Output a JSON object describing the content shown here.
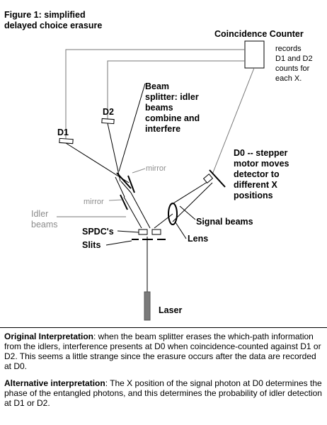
{
  "figure": {
    "title_line1": "Figure 1: simplified",
    "title_line2": "delayed choice erasure",
    "coincidence_counter": "Coincidence Counter",
    "records_lines": [
      "records",
      "D1 and D2",
      "counts for",
      "each X."
    ],
    "beam_splitter_lines": [
      "Beam",
      "splitter: idler",
      "beams",
      "combine and",
      "interfere"
    ],
    "d2": "D2",
    "d1": "D1",
    "d0_lines": [
      "D0 -- stepper",
      "motor moves",
      "detector to",
      "different X",
      "positions"
    ],
    "mirror_upper": "mirror",
    "mirror_lower": "mirror",
    "idler_line1": "Idler",
    "idler_line2": "beams",
    "signal_beams": "Signal beams",
    "spdc": "SPDC's",
    "lens": "Lens",
    "slits": "Slits",
    "laser": "Laser"
  },
  "captions": {
    "original_heading": "Original Interpretation",
    "original_text": ": when the beam splitter erases the which-path information from the idlers, interference presents at D0 when coincidence-counted against D1 or D2.  This seems a little strange since the erasure occurs after the data are recorded at D0.",
    "alternative_heading": "Alternative interpretation",
    "alternative_text": ": The X position of the signal photon at D0 determines the phase of the entangled photons, and this determines the probability of idler detection at D1 or D2."
  }
}
